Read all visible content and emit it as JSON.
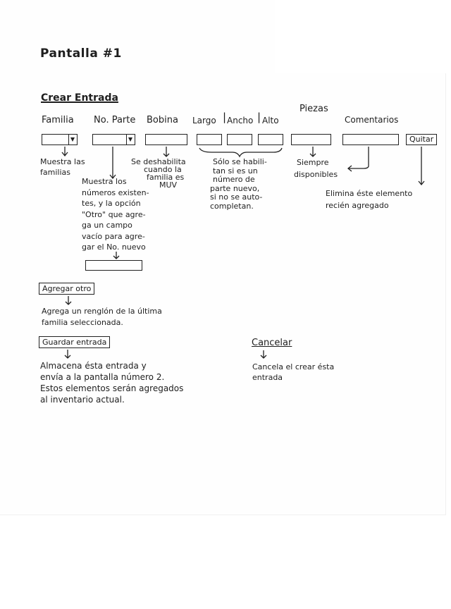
{
  "screen_title": "Pantalla #1",
  "section_title": "Crear Entrada",
  "columns": {
    "familia": "Familia",
    "no_parte": "No. Parte",
    "bobina": "Bobina",
    "largo": "Largo",
    "ancho": "Ancho",
    "alto": "Alto",
    "piezas": "Piezas",
    "comentarios": "Comentarios"
  },
  "remove_button": "Quitar",
  "notes": {
    "familia": [
      "Muestra las",
      "familias"
    ],
    "no_parte": [
      "Muestra los",
      "números existen-",
      "tes, y la opción",
      "\"Otro\" que agre-",
      "ga un campo",
      "vacío para agre-",
      "gar el No. nuevo"
    ],
    "bobina": [
      "Se deshabilita",
      "cuando la",
      "familia es",
      "MUV"
    ],
    "dimensiones": [
      "Sólo se habili-",
      "tan si es un",
      "número de",
      "parte nuevo,",
      "si no se auto-",
      "completan."
    ],
    "piezas": [
      "Siempre",
      "disponibles"
    ],
    "quitar": [
      "Elimina éste elemento",
      "recién agregado"
    ],
    "agregar": [
      "Agrega un renglón de la última",
      "familia seleccionada."
    ],
    "guardar": [
      "Almacena ésta entrada y",
      "envía a la pantalla número 2.",
      "Estos elementos serán agregados",
      "al inventario actual."
    ],
    "cancelar": [
      "Cancela el crear ésta",
      "entrada"
    ]
  },
  "add_button": "Agregar otro",
  "save_button": "Guardar entrada",
  "cancel_link": "Cancelar"
}
